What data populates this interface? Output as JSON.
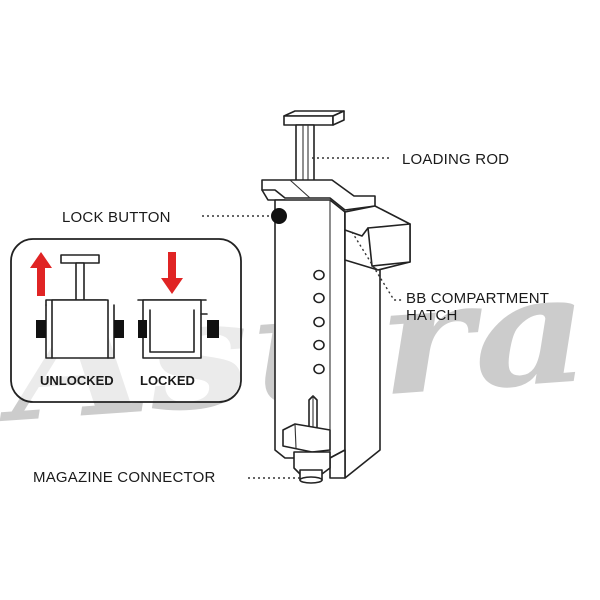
{
  "watermark": {
    "text": "Asura"
  },
  "labels": {
    "loading_rod": "LOADING ROD",
    "lock_button": "LOCK BUTTON",
    "bb_hatch_line1": "BB COMPARTMENT",
    "bb_hatch_line2": "HATCH",
    "magazine_connector": "MAGAZINE CONNECTOR"
  },
  "inset": {
    "unlocked_label": "UNLOCKED",
    "locked_label": "LOCKED"
  },
  "colors": {
    "arrow": "#e02424",
    "line": "#222222",
    "watermark": "#c4c4c4"
  }
}
